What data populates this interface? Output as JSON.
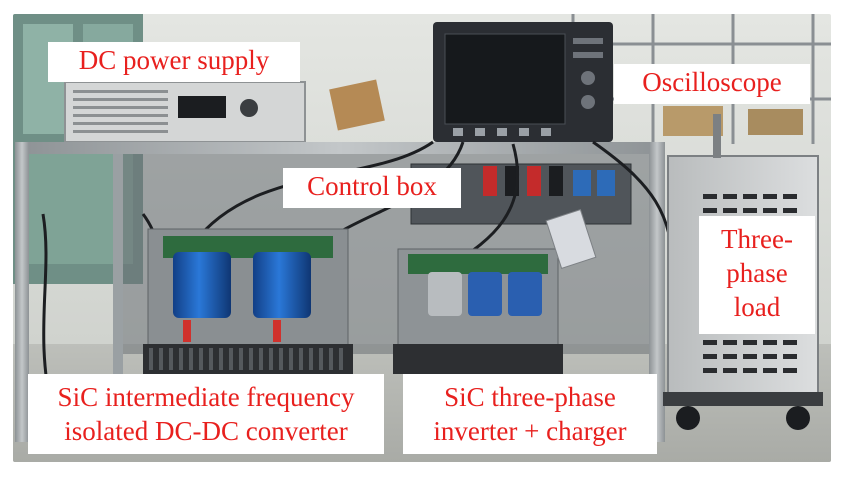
{
  "labels": {
    "dc_power_supply": "DC power supply",
    "oscilloscope": "Oscilloscope",
    "control_box": "Control box",
    "three_phase_load": [
      "Three-",
      "phase",
      "load"
    ],
    "sic_dcdc": [
      "SiC intermediate frequency",
      "isolated DC-DC converter"
    ],
    "sic_inverter": [
      "SiC three-phase",
      "inverter + charger"
    ]
  },
  "colors": {
    "label_text": "#e8201e",
    "label_bg": "#ffffff",
    "capacitor_blue": "#1f63c4",
    "frame_steel": "#9ea3a6",
    "background_wall": "#d9dbd6"
  }
}
